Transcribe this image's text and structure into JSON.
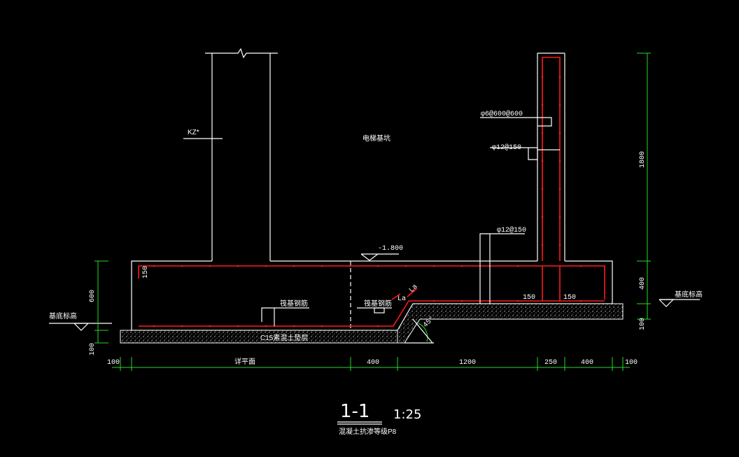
{
  "labels": {
    "column": "KZ*",
    "pit": "电梯基坑",
    "stirrup": "φ6@600@600",
    "bar1": "φ12@150",
    "bar2": "φ12@150",
    "elev": "-1.800",
    "cover150": "150",
    "la1": "La",
    "la2": "La",
    "base_rebar_left": "筏基钢筋",
    "base_rebar_right": "筏基钢筋",
    "c15": "C15素混土垫层",
    "wall150a": "150",
    "wall150b": "150",
    "angle": "45°",
    "base_elev_left": "基底标高",
    "base_elev_right": "基底标高"
  },
  "dims_bottom": [
    "100",
    "详平面",
    "400",
    "1200",
    "250",
    "400",
    "100"
  ],
  "dims_left": [
    "600",
    "100"
  ],
  "dims_right": [
    "1800",
    "400",
    "100"
  ],
  "title": {
    "section": "1-1",
    "scale": "1:25",
    "subtitle": "混凝土抗渗等级P8"
  }
}
